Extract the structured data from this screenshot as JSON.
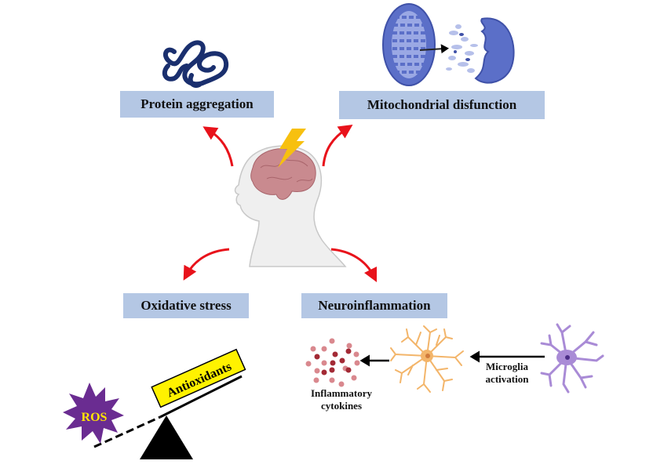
{
  "figure": {
    "central_image": "human-head-with-brain-and-lightning",
    "labels": {
      "protein_aggregation": "Protein aggregation",
      "mitochondrial_dysfunction": "Mitochondrial disfunction",
      "oxidative_stress": "Oxidative stress",
      "neuroinflammation": "Neuroinflammation"
    },
    "oxidative_panel": {
      "ros_label": "ROS",
      "antioxidants_label": "Antioxidants"
    },
    "neuroinflammation_panel": {
      "cytokines_label_line1": "Inflammatory",
      "cytokines_label_line2": "cytokines",
      "microglia_label_line1": "Microglia",
      "microglia_label_line2": "activation"
    },
    "colors": {
      "label_box": "#b4c7e4",
      "arrow_red": "#e8121b",
      "protein": "#1a2f6e",
      "mitochondria": "#5b6fc8",
      "brain": "#c98a8f",
      "lightning": "#f7c00f",
      "ros_star": "#6a2c91",
      "ros_text": "#ffe600",
      "antioxidant_box": "#fff200",
      "active_microglia": "#f3b56a",
      "resting_microglia": "#a98bd6",
      "cytokine_dark": "#a32a35",
      "cytokine_light": "#d9888e"
    }
  }
}
